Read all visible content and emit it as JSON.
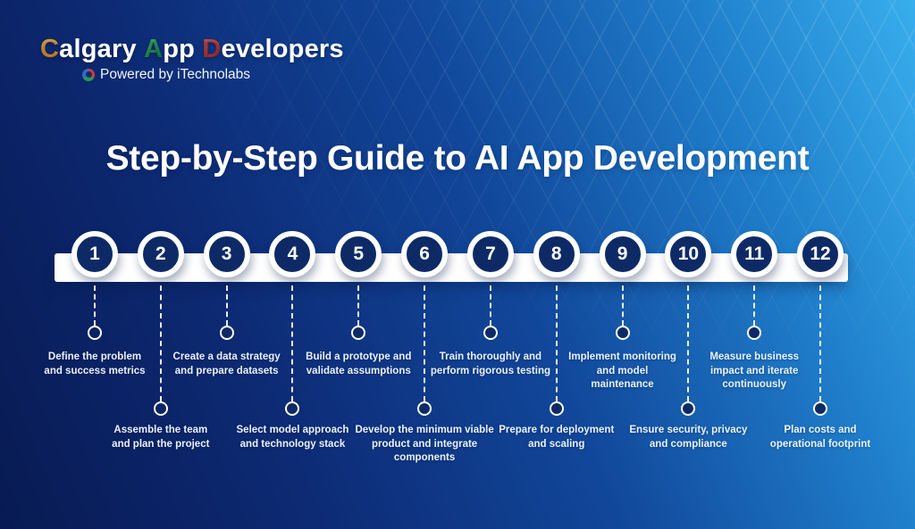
{
  "logo": {
    "brand": {
      "c_letter": "C",
      "calgary_rest": "algary",
      "a_letter": "A",
      "app_rest": "pp",
      "d_letter": "D",
      "developers_rest": "evelopers"
    },
    "tagline": "Powered by iTechnolabs"
  },
  "title": "Step-by-Step Guide to AI App Development",
  "steps": [
    {
      "number": "1",
      "label": "Define the problem\nand success metrics",
      "dot": "open"
    },
    {
      "number": "2",
      "label": "Assemble the team\nand plan the project",
      "dot": "open"
    },
    {
      "number": "3",
      "label": "Create a data strategy\nand prepare datasets",
      "dot": "filled"
    },
    {
      "number": "4",
      "label": "Select model approach\nand technology stack",
      "dot": "filled"
    },
    {
      "number": "5",
      "label": "Build a prototype and\nvalidate assumptions",
      "dot": "filled"
    },
    {
      "number": "6",
      "label": "Develop the minimum viable\nproduct and integrate\ncomponents",
      "dot": "filled"
    },
    {
      "number": "7",
      "label": "Train thoroughly and\nperform rigorous testing",
      "dot": "filled"
    },
    {
      "number": "8",
      "label": "Prepare for deployment\nand scaling",
      "dot": "filled"
    },
    {
      "number": "9",
      "label": "Implement monitoring\nand model\nmaintenance",
      "dot": "filled"
    },
    {
      "number": "10",
      "label": "Ensure security, privacy\nand compliance",
      "dot": "filled"
    },
    {
      "number": "11",
      "label": "Measure business\nimpact and iterate\ncontinuously",
      "dot": "filled"
    },
    {
      "number": "12",
      "label": "Plan costs and\noperational footprint",
      "dot": "filled"
    }
  ],
  "colors": {
    "background_dark": "#081a52",
    "background_light": "#38aeec",
    "circle_navy": "#0e2a66",
    "bar_white": "#ffffff",
    "brand_c_orange": "#e8951f",
    "brand_a_green": "#23984a",
    "brand_d_red": "#c1362a",
    "text_light": "#eaf2fc"
  }
}
